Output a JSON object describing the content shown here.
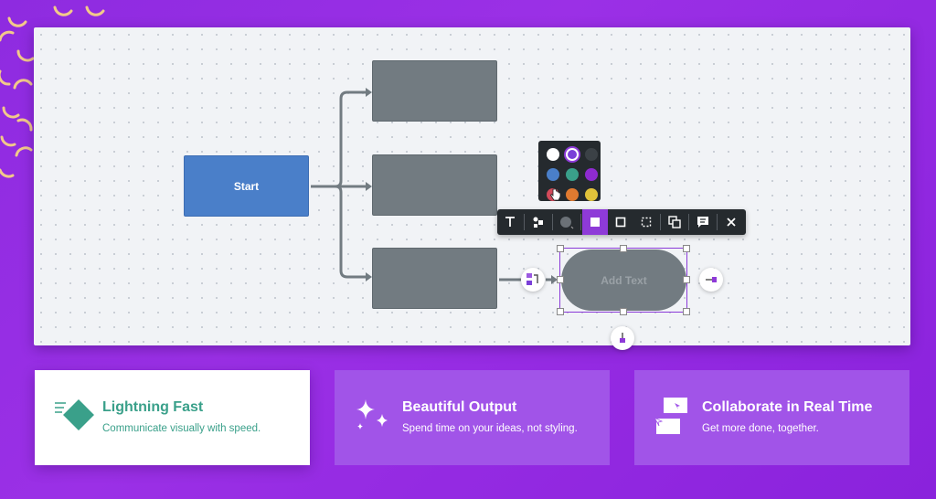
{
  "canvas": {
    "start_label": "Start",
    "pill_label": "Add Text",
    "toolbar": {
      "items": [
        "text-icon",
        "shapes-icon",
        "fill-color-icon",
        "border-solid-icon",
        "border-outline-icon",
        "border-dashed-icon",
        "duplicate-icon",
        "comment-icon",
        "close-icon"
      ]
    },
    "palette": {
      "colors": [
        "#ffffff",
        "#7a3fd8",
        "#3b4146",
        "#4a7fc9",
        "#3aa08a",
        "#8e2bd0",
        "#d24a5a",
        "#e07a30",
        "#e0c23a"
      ],
      "selected_index": 1
    }
  },
  "features": [
    {
      "title": "Lightning Fast",
      "subtitle": "Communicate visually with speed.",
      "icon": "lightning-diamond-icon"
    },
    {
      "title": "Beautiful Output",
      "subtitle": "Spend time on your ideas, not styling.",
      "icon": "sparkles-icon"
    },
    {
      "title": "Collaborate in Real Time",
      "subtitle": "Get more done, together.",
      "icon": "collaborate-cursors-icon"
    }
  ],
  "colors": {
    "background": "#8e2be0",
    "start_box": "#4a7fc9",
    "gray_box": "#727b81",
    "accent": "#8e3ad8",
    "card_purple": "#a154e8",
    "teal": "#3aa08a"
  }
}
